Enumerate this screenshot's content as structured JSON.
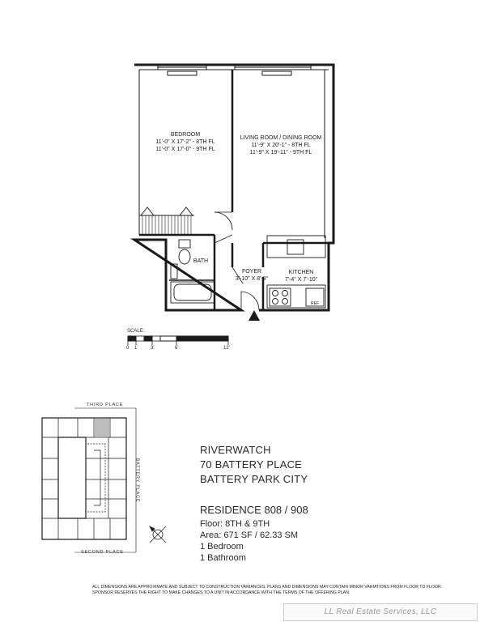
{
  "floorplan": {
    "bedroom": {
      "name": "BEDROOM",
      "dim1": "11'-0\" x 17'-2\" - 8TH FL",
      "dim2": "11'-0\" x 17'-0\" - 9TH FL"
    },
    "living": {
      "name": "LIVING ROOM / DINING ROOM",
      "dim1": "11'-9\" x 20'-1\" - 8TH FL",
      "dim2": "11'-9\" x 19'-11\" - 9TH FL"
    },
    "bath": {
      "name": "BATH"
    },
    "foyer": {
      "name": "FOYER",
      "dim": "3'-10\" x 8'-3\""
    },
    "kitchen": {
      "name": "KITCHEN",
      "dim": "7'-4\" x 7'-10\""
    },
    "refrigerator": "REF"
  },
  "scale": {
    "label": "SCALE:",
    "ticks": [
      "0",
      "1'",
      "3'",
      "6'",
      "12'"
    ]
  },
  "keyplan": {
    "street_top": "THIRD PLACE",
    "street_right": "BATTERY PLACE",
    "street_bottom": "SECOND PLACE"
  },
  "building": {
    "line1": "RIVERWATCH",
    "line2": "70 BATTERY PLACE",
    "line3": "BATTERY PARK CITY"
  },
  "residence": {
    "title": "RESIDENCE 808 / 908",
    "floor": "Floor: 8TH & 9TH",
    "area": "Area: 671 SF / 62.33 SM",
    "bedrooms": "1 Bedroom",
    "bathrooms": "1 Bathroom"
  },
  "disclaimer": "ALL DIMENSIONS ARE APPROXIMATE AND SUBJECT TO CONSTRUCTION VARIANCES.  PLANS AND DIMENSIONS MAY CONTAIN MINOR VARIATIONS FROM FLOOR TO FLOOR.  SPONSOR RESERVES THE RIGHT TO MAKE CHANGES TO A UNIT IN ACCORDANCE  WITH THE TERMS OF THE OFFERING PLAN.",
  "watermark": "LL Real Estate Services, LLC",
  "colors": {
    "wall": "#1a1a1a",
    "highlight_unit": "#bdbdbd"
  }
}
